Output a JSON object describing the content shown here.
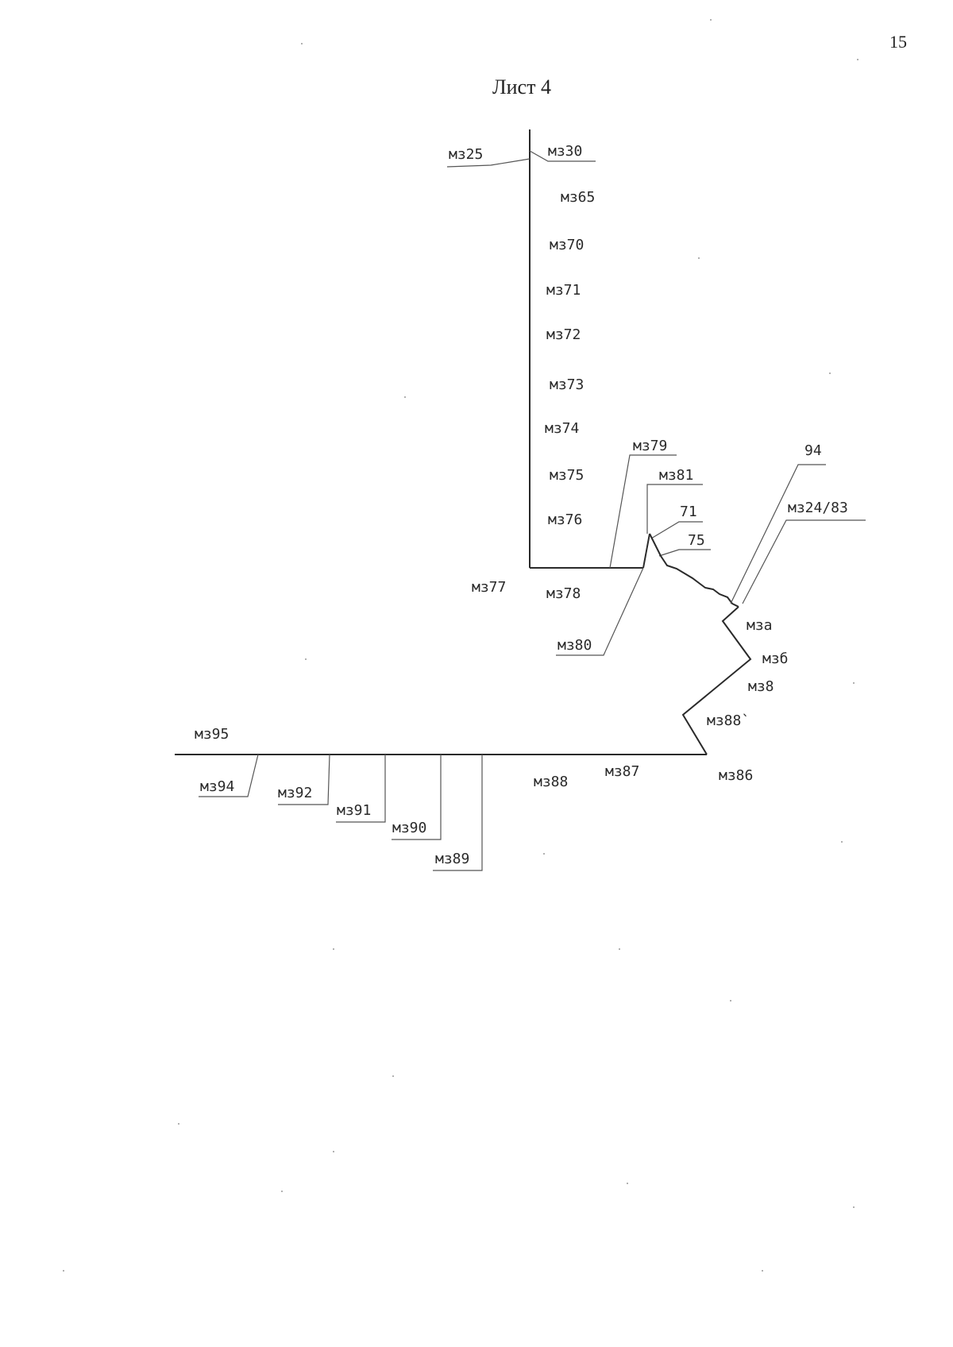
{
  "page": {
    "number": "15",
    "title": "Лист 4"
  },
  "diagram": {
    "labels": {
      "mz25": "мз25",
      "mz30": "мз30",
      "mz65": "мз65",
      "mz70": "мз70",
      "mz71": "мз71",
      "mz72": "мз72",
      "mz73": "мз73",
      "mz74": "мз74",
      "mz75": "мз75",
      "mz76": "мз76",
      "mz77": "мз77",
      "mz78": "мз78",
      "mz79": "мз79",
      "mz80": "мз80",
      "mz81": "мз81",
      "n71": "71",
      "n75": "75",
      "n94": "94",
      "mz24_83": "мз24/83",
      "mza": "мза",
      "mzb": "мзб",
      "mz8": "мз8",
      "mz88_prime": "мз88`",
      "mz86": "мз86",
      "mz87": "мз87",
      "mz88": "мз88",
      "mz89": "мз89",
      "mz90": "мз90",
      "mz91": "мз91",
      "mz92": "мз92",
      "mz94": "мз94",
      "mz95": "мз95"
    }
  }
}
